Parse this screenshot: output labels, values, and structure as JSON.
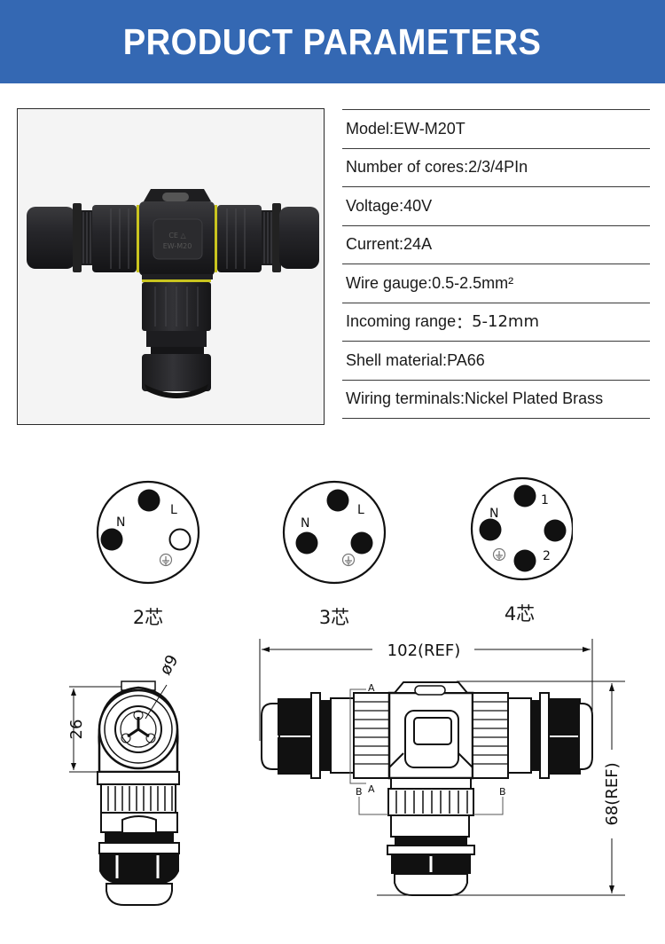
{
  "header": {
    "title": "PRODUCT PARAMETERS",
    "background_color": "#3468b3",
    "text_color": "#ffffff"
  },
  "product_photo": {
    "subject": "black T-shaped waterproof cable connector with yellow seal rings",
    "icon": "t-connector-photo",
    "background_color": "#f4f4f4",
    "accent_ring_color": "#d8d21c"
  },
  "parameters": [
    {
      "label": "Model",
      "separator": ": ",
      "value": "EW-M20T"
    },
    {
      "label": "Number of cores",
      "separator": ": ",
      "value": "2/3/4PIn"
    },
    {
      "label": "Voltage",
      "separator": ": ",
      "value": "40V"
    },
    {
      "label": "Current",
      "separator": ": ",
      "value": "24A"
    },
    {
      "label": "Wire gauge",
      "separator": ": ",
      "value": "0.5-2.5mm²"
    },
    {
      "label": "Incoming range",
      "separator": "：",
      "value": "5-12mm"
    },
    {
      "label": "Shell material",
      "separator": ": ",
      "value": "PA66"
    },
    {
      "label": "Wiring terminals",
      "separator": ": ",
      "value": "Nickel Plated Brass"
    }
  ],
  "pinouts": [
    {
      "label": "2芯",
      "pins": [
        {
          "name": "L",
          "filled": true
        },
        {
          "name": "N",
          "filled": true
        },
        {
          "name": "",
          "filled": false
        },
        {
          "name": "ground",
          "icon": "ground-icon"
        }
      ]
    },
    {
      "label": "3芯",
      "pins": [
        {
          "name": "L",
          "filled": true
        },
        {
          "name": "N",
          "filled": true
        },
        {
          "name": "",
          "filled": true
        },
        {
          "name": "ground",
          "icon": "ground-icon"
        }
      ]
    },
    {
      "label": "4芯",
      "pins": [
        {
          "name": "1",
          "filled": true
        },
        {
          "name": "N",
          "filled": true
        },
        {
          "name": "",
          "filled": true
        },
        {
          "name": "2",
          "filled": true
        },
        {
          "name": "ground",
          "icon": "ground-icon"
        }
      ]
    }
  ],
  "pin_labels": {
    "l": "L",
    "n": "N",
    "one": "1",
    "two": "2"
  },
  "dimensions": {
    "side_view": {
      "height": "26",
      "diameter": "ø9"
    },
    "front_view": {
      "width": "102(REF)",
      "height": "68(REF)",
      "section_a": "A",
      "section_b": "B"
    }
  }
}
